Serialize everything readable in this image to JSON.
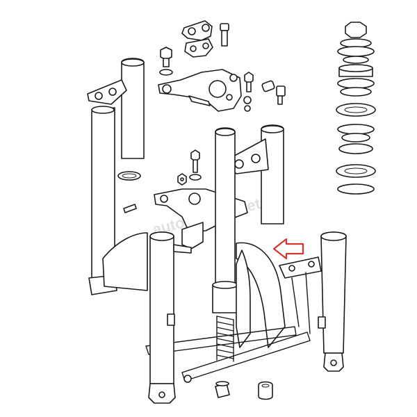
{
  "figure": {
    "watermark": "autoclassic.net",
    "arrow_color": "#d9342b",
    "line_color": "#1a1a1a",
    "background": "#ffffff"
  },
  "parts": [
    "clamp-bracket",
    "bolt",
    "washer",
    "steering-head-plate",
    "lock-key",
    "headset-bearing-stack",
    "left-fork-leg",
    "right-fork-leg",
    "fork-tube",
    "spring",
    "mudguard",
    "mudguard-stay",
    "lower-crown",
    "nuts"
  ]
}
